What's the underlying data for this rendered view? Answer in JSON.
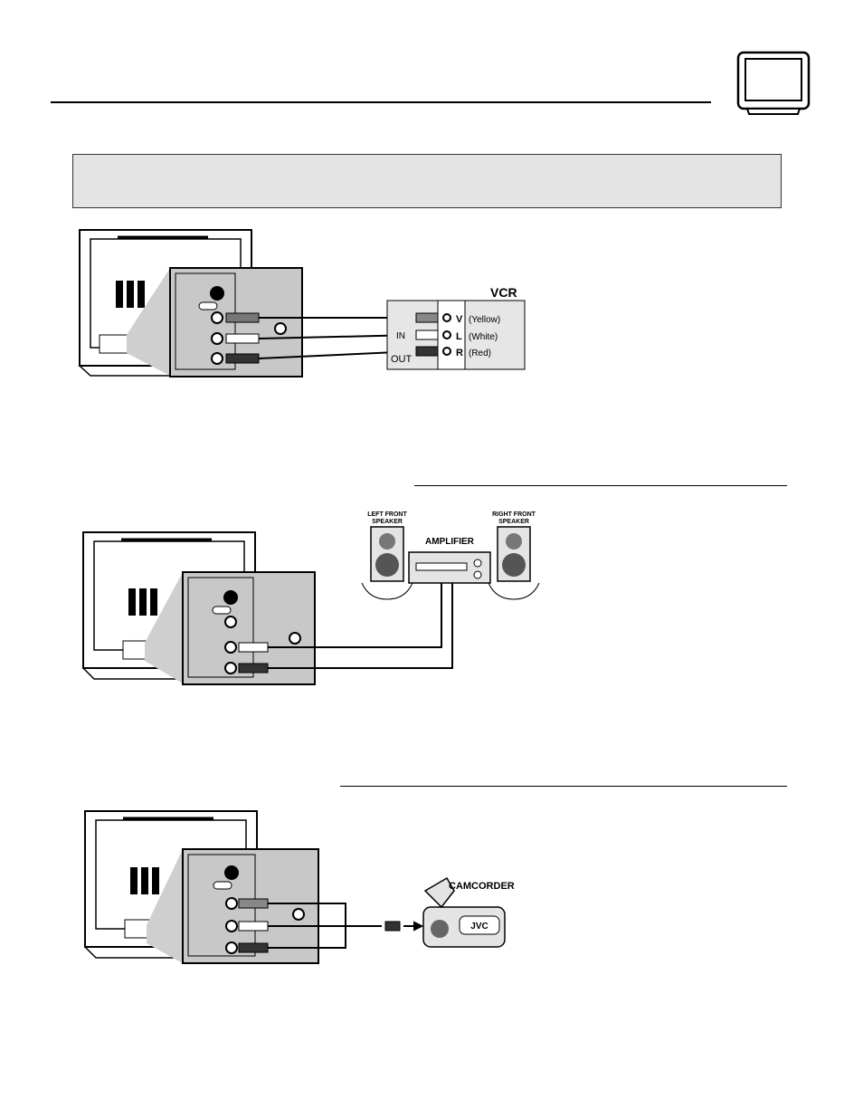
{
  "header": {
    "icon": "tv-monitor-icon"
  },
  "diagram_vcr": {
    "device_title": "VCR",
    "jack_labels": [
      "V",
      "L",
      "R"
    ],
    "cable_colors": [
      "(Yellow)",
      "(White)",
      "(Red)"
    ],
    "in_label": "IN",
    "out_label": "OUT"
  },
  "diagram_amp": {
    "left_speaker": [
      "LEFT FRONT",
      "SPEAKER"
    ],
    "right_speaker": [
      "RIGHT FRONT",
      "SPEAKER"
    ],
    "amplifier": "AMPLIFIER"
  },
  "diagram_cam": {
    "camcorder": "CAMCORDER",
    "brand": "JVC"
  }
}
